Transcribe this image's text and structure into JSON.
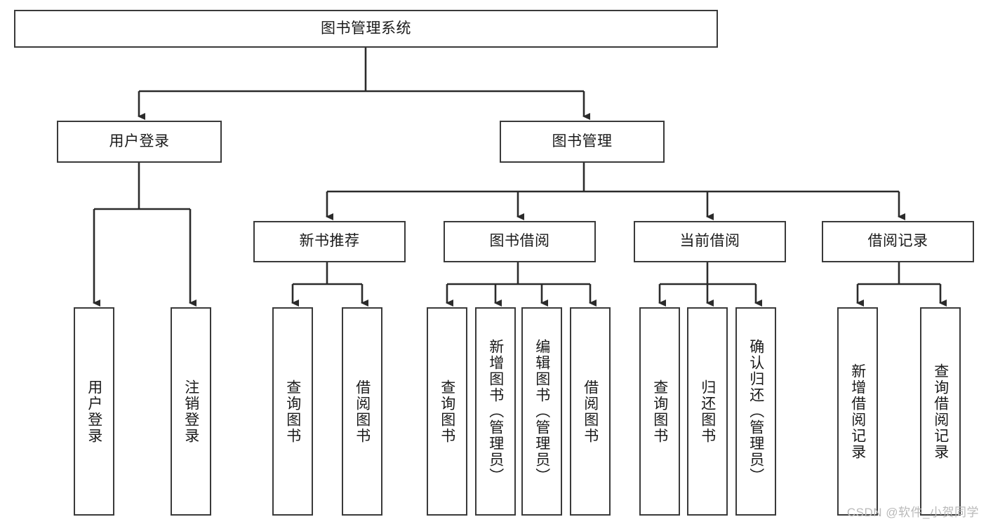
{
  "diagram": {
    "type": "tree-hierarchy-flowchart",
    "title": "图书管理系统",
    "colors": {
      "box_border": "#3a3a3a",
      "box_fill": "#ffffff",
      "edge": "#2b2b2b",
      "text": "#1a1a1a",
      "watermark": "#b9b9b9",
      "background": "#ffffff"
    },
    "root": {
      "label": "图书管理系统"
    },
    "level2": [
      {
        "label": "用户登录"
      },
      {
        "label": "图书管理"
      }
    ],
    "level3": [
      {
        "label": "新书推荐"
      },
      {
        "label": "图书借阅"
      },
      {
        "label": "当前借阅"
      },
      {
        "label": "借阅记录"
      }
    ],
    "leaves": {
      "user_login": [
        {
          "label": "用户登录"
        },
        {
          "label": "注销登录"
        }
      ],
      "new_book_recommend": [
        {
          "label": "查询图书"
        },
        {
          "label": "借阅图书"
        }
      ],
      "book_borrow": [
        {
          "label": "查询图书"
        },
        {
          "label": "新增图书（管理员）"
        },
        {
          "label": "编辑图书（管理员）"
        },
        {
          "label": "借阅图书"
        }
      ],
      "current_borrow": [
        {
          "label": "查询图书"
        },
        {
          "label": "归还图书"
        },
        {
          "label": "确认归还（管理员）"
        }
      ],
      "borrow_record": [
        {
          "label": "新增借阅记录"
        },
        {
          "label": "查询借阅记录"
        }
      ]
    }
  },
  "watermark": {
    "text": "CSDN @软件_小贺同学"
  }
}
